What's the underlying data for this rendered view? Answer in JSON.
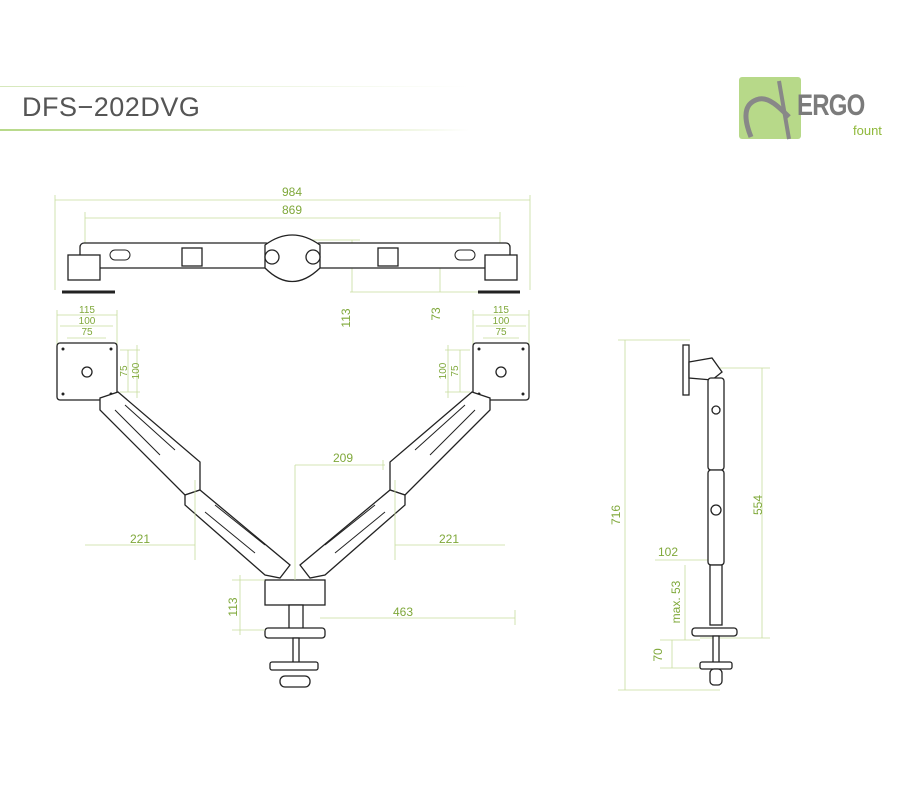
{
  "header": {
    "title": "DFS−202DVG"
  },
  "logo": {
    "brand": "ERGO",
    "sub": "fount"
  },
  "colors": {
    "dimension": "#8fb83a",
    "logo_green": "#b7d989",
    "logo_gray": "#7b7b7b"
  },
  "top_view": {
    "width_total": "984",
    "width_clamps": "869",
    "depth_hub": "113",
    "depth_clamp": "73"
  },
  "front_view": {
    "left_vesa_h": [
      "115",
      "100",
      "75"
    ],
    "left_vesa_v": [
      "75",
      "100"
    ],
    "right_vesa_h": [
      "115",
      "100",
      "75"
    ],
    "right_vesa_v": [
      "100",
      "75"
    ],
    "center_offset": "209",
    "left_reach": "221",
    "right_reach": "221",
    "base_height": "113",
    "arm_length": "463"
  },
  "side_view": {
    "total_height": "716",
    "pole_height": "554",
    "clamp_depth": "102",
    "desk_max": "max. 53",
    "clamp_height": "70"
  }
}
